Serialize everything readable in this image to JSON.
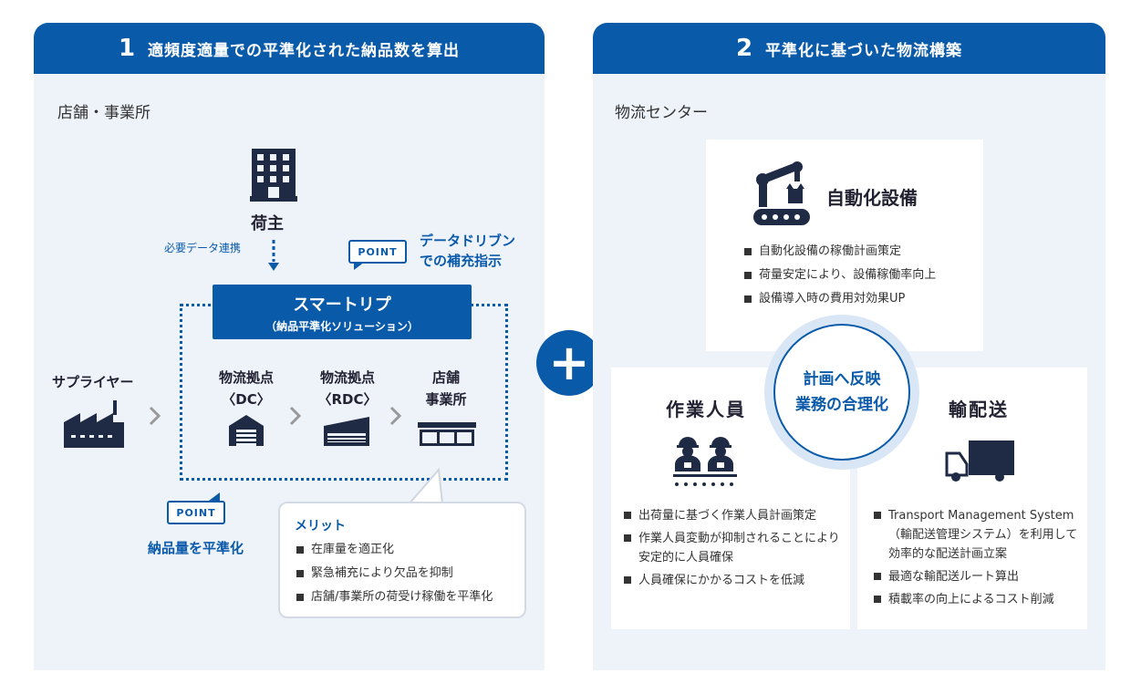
{
  "left_panel": {
    "number": "1",
    "title": "適頻度適量での平準化された納品数を算出",
    "section_label": "店舗・事業所",
    "shipper_label": "荷主",
    "data_link_label": "必要データ連携",
    "point_badge": "POINT",
    "point_top_text_line1": "データドリブン",
    "point_top_text_line2": "での補充指示",
    "smartrip_title": "スマートリプ",
    "smartrip_subtitle": "（納品平準化ソリューション）",
    "supplier_label": "サプライヤー",
    "nodes": [
      {
        "line1": "物流拠点",
        "line2": "〈DC〉"
      },
      {
        "line1": "物流拠点",
        "line2": "〈RDC〉"
      },
      {
        "line1": "店舗",
        "line2": "事業所"
      }
    ],
    "point_bottom_badge": "POINT",
    "point_bottom_text": "納品量を平準化",
    "merit_title": "メリット",
    "merits": [
      "在庫量を適正化",
      "緊急補充により欠品を抑制",
      "店舗/事業所の荷受け稼働を平準化"
    ]
  },
  "plus_symbol": "+",
  "right_panel": {
    "number": "2",
    "title": "平準化に基づいた物流構築",
    "section_label": "物流センター",
    "automation": {
      "title": "自動化設備",
      "items": [
        "自動化設備の稼働計画策定",
        "荷量安定により、設備稼働率向上",
        "設備導入時の費用対効果UP"
      ]
    },
    "center_circle": {
      "line1": "計画へ反映",
      "line2": "業務の合理化"
    },
    "workers": {
      "title": "作業人員",
      "items": [
        "出荷量に基づく作業人員計画策定",
        "作業人員変動が抑制されることにより安定的に人員確保",
        "人員確保にかかるコストを低減"
      ]
    },
    "delivery": {
      "title": "輸配送",
      "items": [
        "Transport Management System（輸配送管理システム）を利用して効率的な配送計画立案",
        "最適な輸配送ルート算出",
        "積載率の向上によるコスト削減"
      ]
    }
  },
  "colors": {
    "primary": "#0a5aaa",
    "dark_icon": "#1f2a44",
    "panel_bg": "#eef3fa"
  }
}
